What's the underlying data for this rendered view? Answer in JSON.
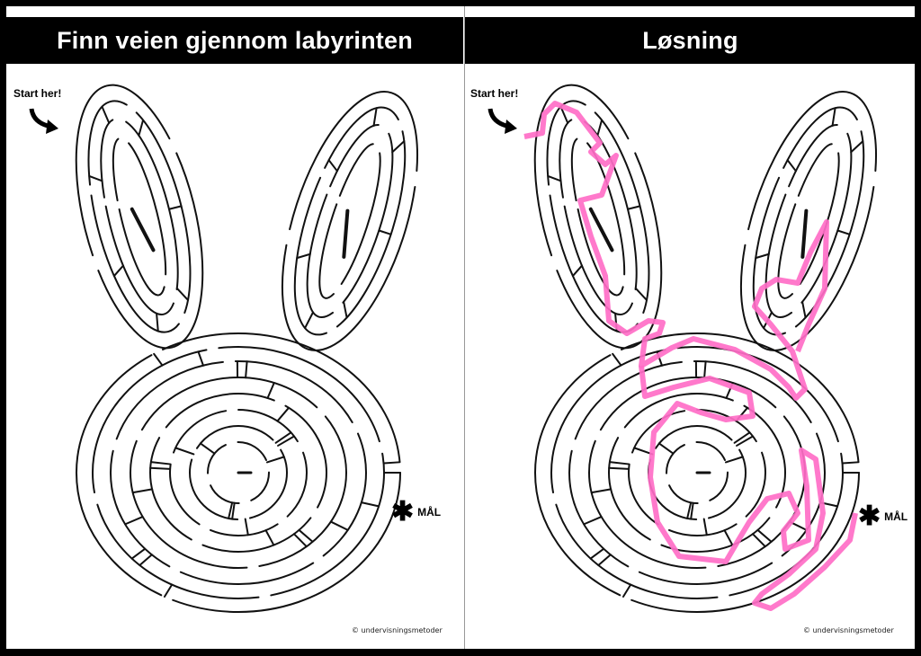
{
  "puzzle": {
    "title": "Finn veien gjennom labyrinten",
    "start_label": "Start her!",
    "goal_label": "MÅL",
    "goal_icon": "asterisk-icon",
    "credit": "© undervisningsmetoder"
  },
  "solution": {
    "title": "Løsning",
    "start_label": "Start her!",
    "goal_label": "MÅL",
    "goal_icon": "asterisk-icon",
    "credit": "© undervisningsmetoder",
    "path_color": "#ff6ec7"
  }
}
